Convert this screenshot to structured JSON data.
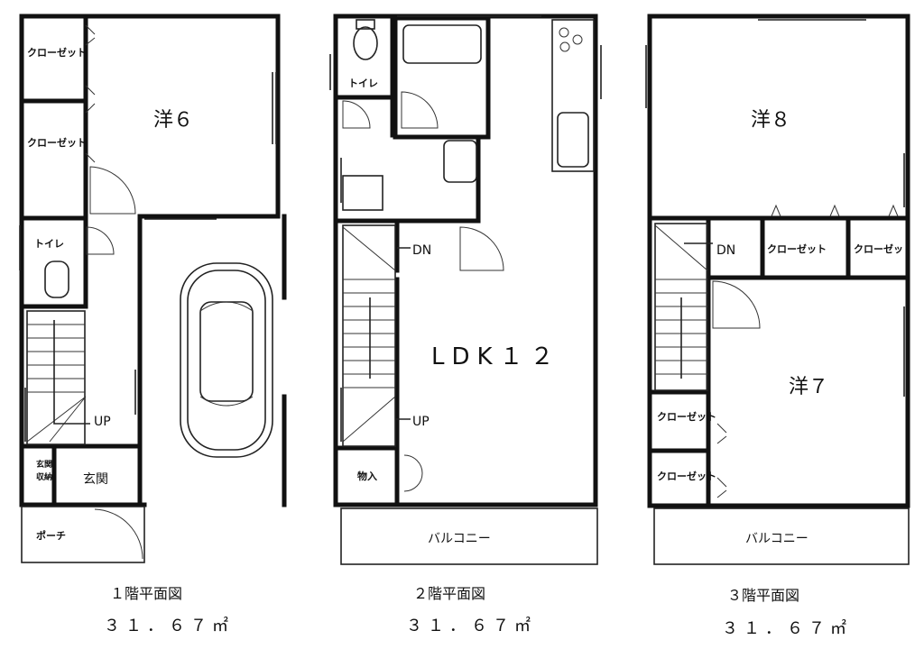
{
  "floor1": {
    "rooms": {
      "closet_a": "クローゼット",
      "closet_b": "クローゼット",
      "western_room": "洋６",
      "toilet": "トイレ",
      "stairs_up": "UP",
      "storage_1": "玄関",
      "storage_2": "収納",
      "entrance": "玄関",
      "porch": "ポーチ"
    },
    "caption": "１階平面図",
    "area": "３１．６７㎡"
  },
  "floor2": {
    "rooms": {
      "toilet": "トイレ",
      "stairs_down": "DN",
      "ldk": "LDK１２",
      "stairs_up": "UP",
      "storage": "物入",
      "balcony": "バルコニー"
    },
    "caption": "２階平面図",
    "area": "３１．６７㎡"
  },
  "floor3": {
    "rooms": {
      "western_room_8": "洋８",
      "stairs_down": "DN",
      "closet_a": "クローゼット",
      "closet_b": "クローゼッ",
      "western_room_7": "洋７",
      "closet_c": "クローゼット",
      "closet_d": "クローゼット",
      "balcony": "バルコニー"
    },
    "caption": "３階平面図",
    "area": "３１．６７㎡"
  }
}
